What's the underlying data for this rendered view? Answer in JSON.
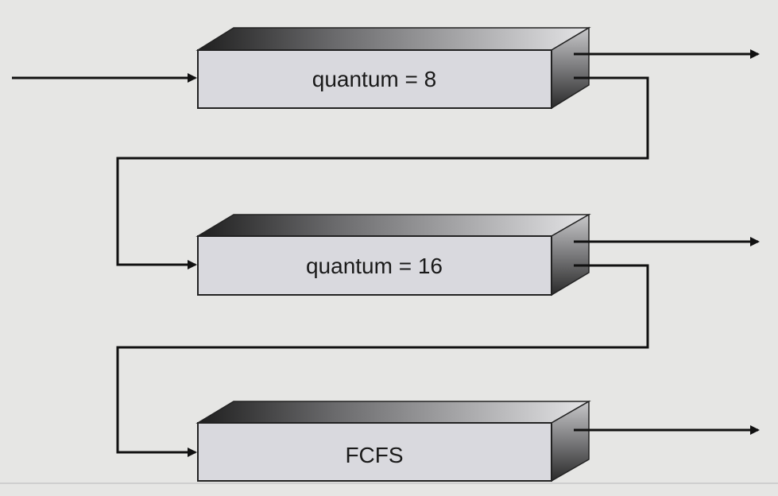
{
  "queues": [
    {
      "label": "quantum = 8"
    },
    {
      "label": "quantum = 16"
    },
    {
      "label": "FCFS"
    }
  ],
  "colors": {
    "background": "#e6e6e4",
    "box_front": "#d9d9de",
    "line": "#111111",
    "top_gradient_dark": "#2a2a2a",
    "top_gradient_light": "#e2e2e4"
  }
}
